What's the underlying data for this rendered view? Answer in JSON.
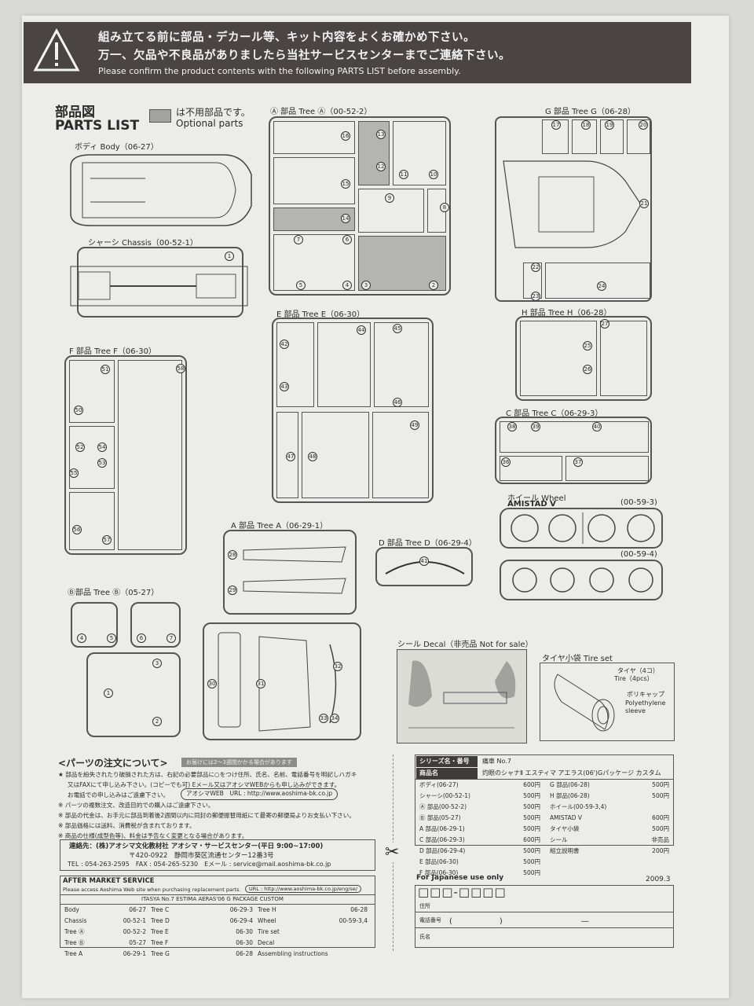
{
  "banner": {
    "icon": "warning-triangle-icon",
    "line1": "組み立てる前に部品・デカール等、キット内容をよくお確かめ下さい。",
    "line2": "万一、欠品や不良品がありましたら当社サービスセンターまでご連絡下さい。",
    "line3": "Please confirm the product contents with the following PARTS LIST before assembly."
  },
  "header": {
    "title_jp": "部品図",
    "title_en": "PARTS LIST",
    "optional_jp": "は不用部品です。",
    "optional_en": "Optional parts"
  },
  "trees": {
    "body": "ボディ Body（06-27）",
    "chassis": "シャーシ Chassis（00-52-1）",
    "tree_a_circ": "Ⓐ 部品 Tree Ⓐ（00-52-2）",
    "tree_g": "G 部品 Tree G（06-28）",
    "tree_e": "E 部品 Tree E（06-30）",
    "tree_h": "H 部品 Tree H（06-28）",
    "tree_f": "F 部品 Tree F（06-30）",
    "tree_c": "C 部品 Tree C（06-29-3）",
    "wheel_jp": "ホイール Wheel",
    "wheel_en": "AMISTAD V",
    "wheel_code1": "(00-59-3)",
    "wheel_code2": "(00-59-4)",
    "tree_a": "A 部品 Tree A（06-29-1）",
    "tree_d": "D 部品 Tree D（06-29-4）",
    "tree_b_circ": "Ⓑ部品 Tree Ⓑ（05-27）",
    "decal": "シール Decal（非売品 Not for sale）",
    "tire_set": "タイヤ小袋 Tire set",
    "tire_jp": "タイヤ（4コ）",
    "tire_en": "Tire（4pcs）",
    "poly_jp": "ポリキャップ",
    "poly_en1": "Polyethylene",
    "poly_en2": "sleeve"
  },
  "part_numbers": {
    "chassis": [
      "1"
    ],
    "tree_a_circ": [
      "16",
      "13",
      "15",
      "12",
      "11",
      "10",
      "14",
      "9",
      "8",
      "7",
      "6",
      "5",
      "4",
      "3",
      "2"
    ],
    "tree_g": [
      "17",
      "18",
      "19",
      "20",
      "21",
      "22",
      "23",
      "24"
    ],
    "tree_e": [
      "42",
      "43",
      "44",
      "45",
      "46",
      "47",
      "48",
      "49"
    ],
    "tree_h": [
      "25",
      "26",
      "27"
    ],
    "tree_f": [
      "51",
      "50",
      "52",
      "53",
      "54",
      "55",
      "56",
      "57",
      "58"
    ],
    "tree_c": [
      "38",
      "39",
      "40",
      "36",
      "37"
    ],
    "tree_a": [
      "28",
      "29"
    ],
    "tree_d": [
      "41"
    ],
    "tree_b_circ": [
      "4",
      "5",
      "6",
      "7",
      "1",
      "3",
      "2"
    ],
    "tree_b_big": [
      "30",
      "31",
      "32",
      "33",
      "34"
    ]
  },
  "order": {
    "title": "<パーツの注文について>",
    "note_badge": "お届けには2〜3週間かかる場合があります",
    "p1": "★ 部品を紛失されたり破損された方は、右記の必要部品に○をつけ住所、氏名、名前、電話番号を明記しハガキ",
    "p2": "又はFAXにて申し込み下さい。(コピーでも可) Eメール又はアオシマWEBからも申し込みができます。",
    "p3": "お電話での申し込みはご遠慮下さい。",
    "web": "アオシマWEB　URL : http://www.aoshima-bk.co.jp",
    "notes": [
      "※ パーツの複数注文、改造目的での購入はご遠慮下さい。",
      "※ 部品の代金は、お手元に部品到着後2週間以内に同封の郵便振替用紙にて最寄の郵便局よりお支払い下さい。",
      "※ 部品価格には送料、消費税が含まれております。",
      "※ 商品の仕様(成型色等)、料金は予告なく変更となる場合があります。"
    ]
  },
  "contact": {
    "line1": "連絡先：(株)アオシマ文化教材社 アオシマ・サービスセンター(平日 9:00~17:00)",
    "line2": "〒420-0922　静岡市葵区流通センター12番3号",
    "line3": "TEL : 054-263-2595　FAX : 054-265-5230　Eメール : service@mail.aoshima-bk.co.jp"
  },
  "aftermarket": {
    "title": "AFTER MARKET SERVICE",
    "desc": "Please access Aoshima Web site when purchasing replacement parts.",
    "url": "URL : http://www.aoshima-bk.co.jp/eng/se/",
    "product": "ITASYA No.7 ESTIMA AERAS'06 G PACKAGE CUSTOM",
    "col1": [
      {
        "name": "Body",
        "code": "06-27"
      },
      {
        "name": "Chassis",
        "code": "00-52-1"
      },
      {
        "name": "Tree Ⓐ",
        "code": "00-52-2"
      },
      {
        "name": "Tree Ⓑ",
        "code": "05-27"
      },
      {
        "name": "Tree A",
        "code": "06-29-1"
      }
    ],
    "col2": [
      {
        "name": "Tree C",
        "code": "06-29-3"
      },
      {
        "name": "Tree D",
        "code": "06-29-4"
      },
      {
        "name": "Tree E",
        "code": "06-30"
      },
      {
        "name": "Tree F",
        "code": "06-30"
      },
      {
        "name": "Tree G",
        "code": "06-28"
      }
    ],
    "col3": [
      {
        "name": "Tree H",
        "code": "06-28"
      },
      {
        "name": "Wheel",
        "code": "00-59-3,4"
      },
      {
        "name": "Tire set",
        "code": ""
      },
      {
        "name": "Decal",
        "code": ""
      },
      {
        "name": "Assembling instructions",
        "code": ""
      }
    ]
  },
  "price_form": {
    "series_label": "シリーズ名・番号",
    "series_value": "痛車 No.7",
    "product_label": "商品名",
    "product_value": "灼眼のシャナⅡ エスティマ アエラス(06')Gパッケージ カスタム",
    "left": [
      {
        "name": "ボディ(06-27)",
        "price": "600円"
      },
      {
        "name": "シャーシ(00-52-1)",
        "price": "500円"
      },
      {
        "name": "Ⓐ 部品(00-52-2)",
        "price": "500円"
      },
      {
        "name": "Ⓑ 部品(05-27)",
        "price": "500円"
      },
      {
        "name": "A 部品(06-29-1)",
        "price": "500円"
      },
      {
        "name": "C 部品(06-29-3)",
        "price": "600円"
      },
      {
        "name": "D 部品(06-29-4)",
        "price": "500円"
      },
      {
        "name": "E 部品(06-30)",
        "price": "500円"
      },
      {
        "name": "F 部品(06-30)",
        "price": "500円"
      }
    ],
    "right": [
      {
        "name": "G 部品(06-28)",
        "price": "500円"
      },
      {
        "name": "H 部品(06-28)",
        "price": "500円"
      },
      {
        "name": "ホイール(00-59-3,4)",
        "price": ""
      },
      {
        "name": "AMISTAD V",
        "price": "600円"
      },
      {
        "name": "タイヤ小袋",
        "price": "500円"
      },
      {
        "name": "シール",
        "price": "非売品"
      },
      {
        "name": "組立説明書",
        "price": "200円"
      }
    ],
    "japan_only": "For Japanese use only",
    "date": "2009.3",
    "postal": "□□□-□□□□",
    "address_label": "住所",
    "phone_label": "電話番号",
    "phone_paren": "(　　　　　　)　　　　　　　　　　—",
    "name_label": "氏名"
  },
  "icons": {
    "scissors": "✂"
  }
}
